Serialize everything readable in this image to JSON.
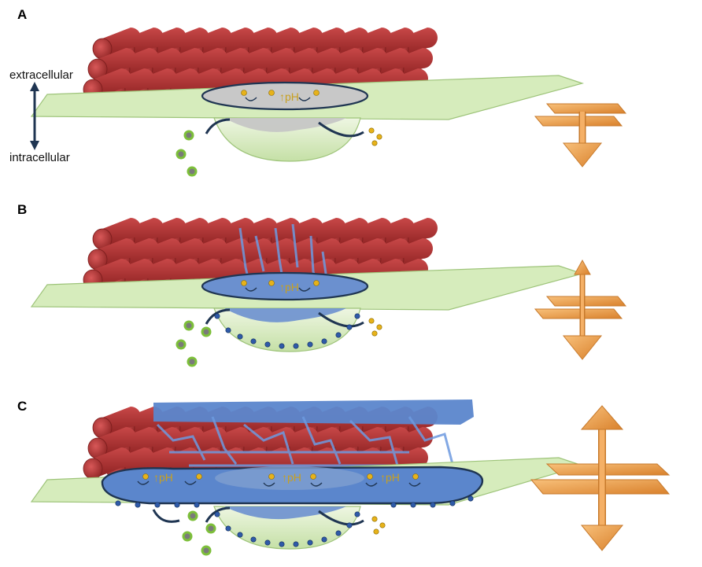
{
  "panels": [
    {
      "letter": "A",
      "ph_labels": [
        "↑pH"
      ],
      "stage": "none"
    },
    {
      "letter": "B",
      "ph_labels": [
        "↑pH"
      ],
      "stage": "partial"
    },
    {
      "letter": "C",
      "ph_labels": [
        "↑pH",
        "↑pH",
        "↑pH"
      ],
      "stage": "full"
    }
  ],
  "labels": {
    "extracellular": "extracellular",
    "intracellular": "intracellular"
  },
  "colors": {
    "fibril": "#b83a3a",
    "membrane": "#d6ecbc",
    "pit_gray": "#c4c4c4",
    "pit_blue": "#6b90cf",
    "blue_fluid": "#5b86cc",
    "orange_arrow": "#f0a050",
    "gold_dot": "#e7b21a",
    "dark_navy": "#1f3552"
  },
  "icons": [
    "orange-cross-arrow-icon",
    "double-headed-arrow-icon"
  ]
}
